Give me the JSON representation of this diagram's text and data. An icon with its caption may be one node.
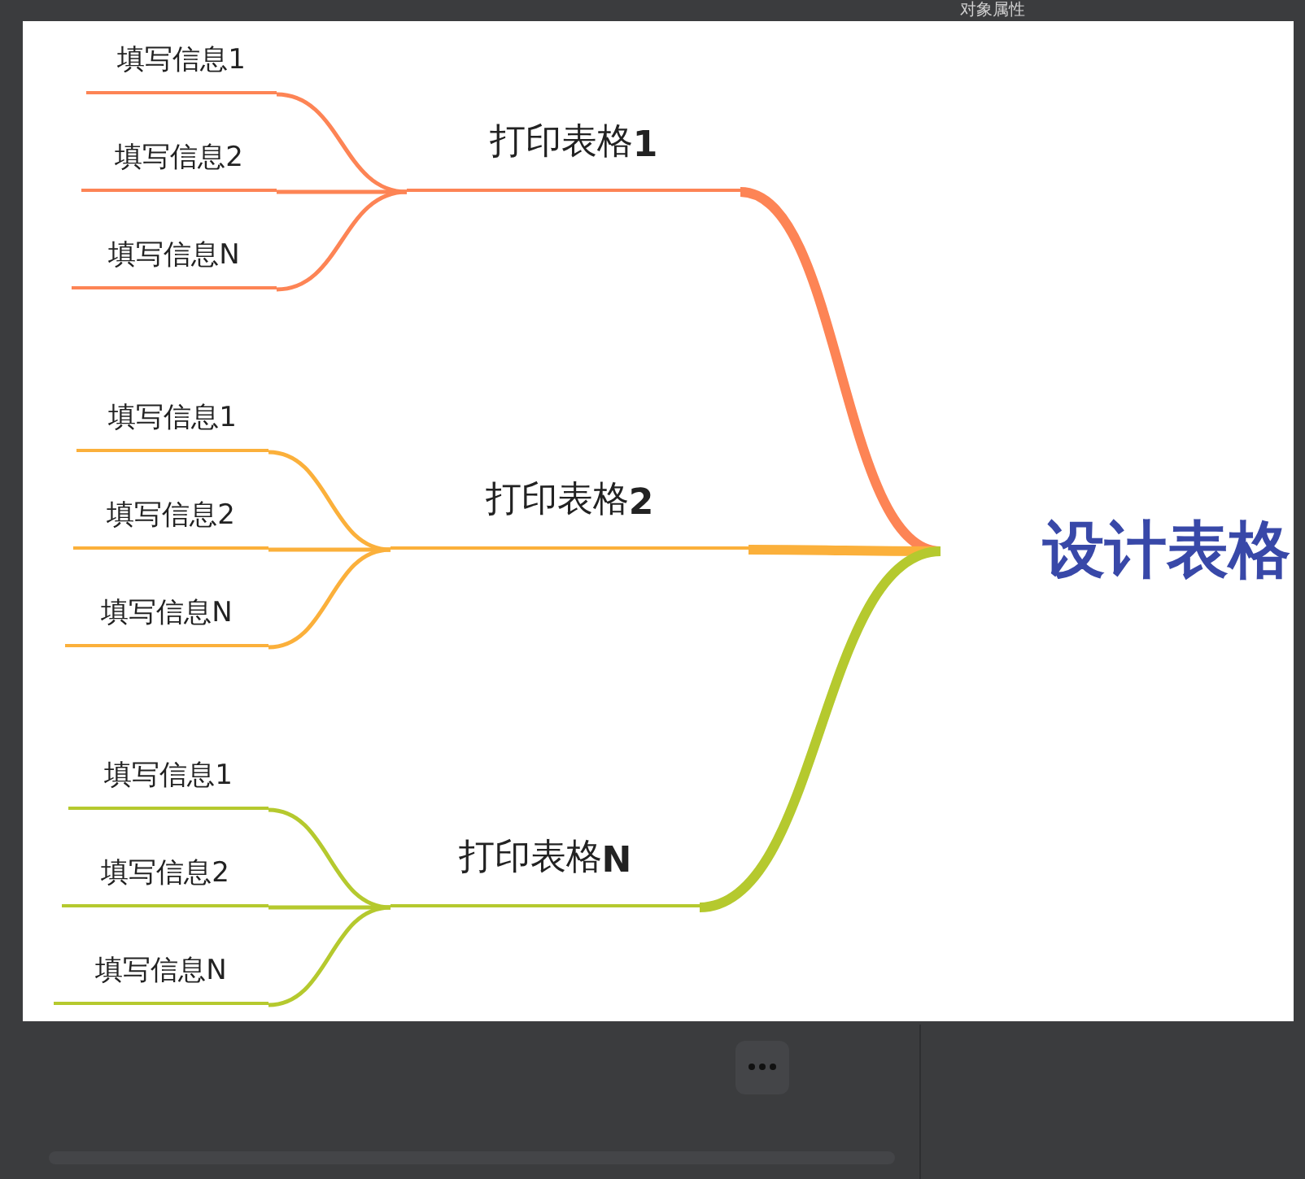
{
  "diagram": {
    "nodes": [
      {
        "text": [
          "设计表格"
        ]
      },
      {
        "text": [
          "打印表格**1**"
        ]
      },
      {
        "text": [
          "填写信息1"
        ]
      },
      {
        "text": [
          "填写信息2"
        ]
      },
      {
        "text": [
          "填写信息N"
        ]
      },
      {
        "text": [
          "打印表格**2**"
        ]
      },
      {
        "text": [
          "填写信息1"
        ]
      },
      {
        "text": [
          "填写信息2"
        ]
      },
      {
        "text": [
          "填写信息N"
        ]
      },
      {
        "text": [
          "打印表格**N**"
        ]
      },
      {
        "text": [
          "填写信息1"
        ]
      },
      {
        "text": [
          "填写信息2"
        ]
      },
      {
        "text": [
          "填写信息N"
        ]
      }
    ],
    "edges": [
      {
        "from": 0,
        "to": 1,
        "arrow": "none",
        "style": "thick",
        "color": "#fd8455"
      },
      {
        "from": 1,
        "to": 2,
        "arrow": "none",
        "color": "#fd8455"
      },
      {
        "from": 1,
        "to": 3,
        "arrow": "none",
        "color": "#fd8455"
      },
      {
        "from": 1,
        "to": 4,
        "arrow": "none",
        "color": "#fd8455"
      },
      {
        "from": 0,
        "to": 5,
        "arrow": "none",
        "style": "thick",
        "color": "#fbb03b"
      },
      {
        "from": 5,
        "to": 6,
        "arrow": "none",
        "color": "#fbb03b"
      },
      {
        "from": 5,
        "to": 7,
        "arrow": "none",
        "color": "#fbb03b"
      },
      {
        "from": 5,
        "to": 8,
        "arrow": "none",
        "color": "#fbb03b"
      },
      {
        "from": 0,
        "to": 9,
        "arrow": "none",
        "style": "thick",
        "color": "#b5c92e"
      },
      {
        "from": 9,
        "to": 10,
        "arrow": "none",
        "color": "#b5c92e"
      },
      {
        "from": 9,
        "to": 11,
        "arrow": "none",
        "color": "#b5c92e"
      },
      {
        "from": 9,
        "to": 12,
        "arrow": "none",
        "color": "#b5c92e"
      }
    ],
    "labels": [
      "对象属性"
    ]
  }
}
